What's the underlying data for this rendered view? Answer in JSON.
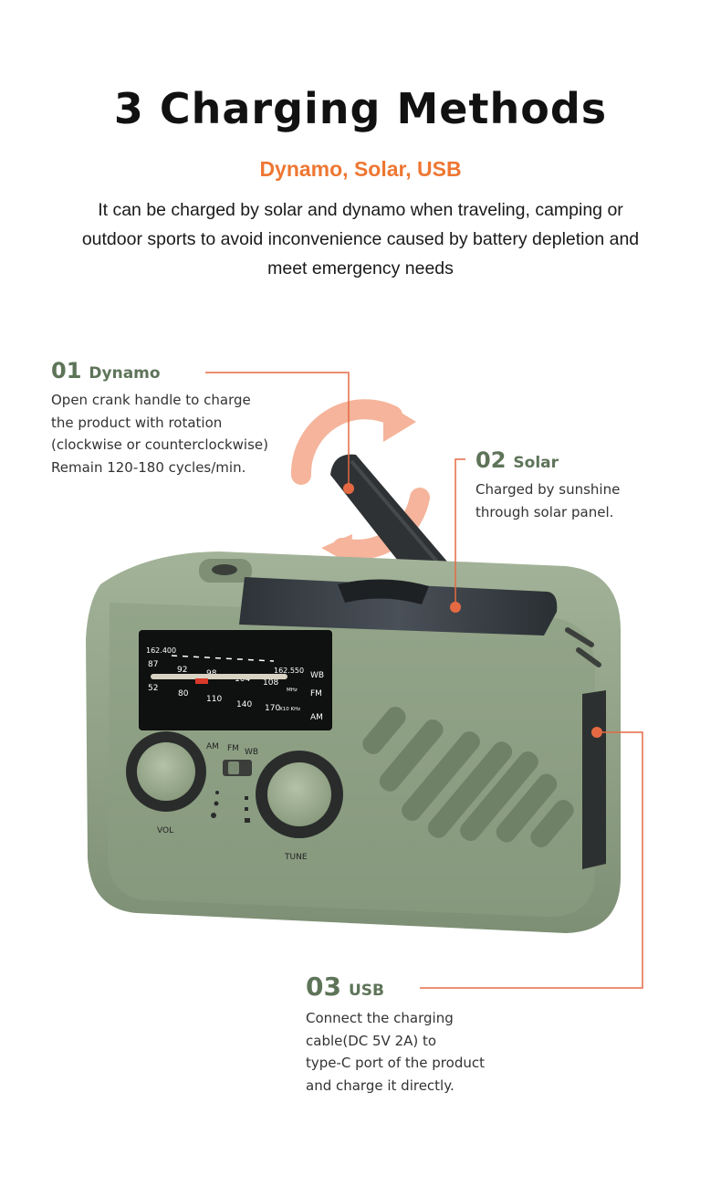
{
  "header": {
    "title": "3 Charging Methods",
    "subtitle": "Dynamo, Solar, USB",
    "description": "It can be charged by solar and dynamo when traveling, camping or outdoor sports to avoid inconvenience caused by battery depletion and meet emergency needs"
  },
  "features": [
    {
      "number": "01",
      "name": "Dynamo",
      "lines": [
        "Open crank handle to charge",
        "the product with rotation",
        "(clockwise or counterclockwise)",
        "Remain 120-180 cycles/min."
      ]
    },
    {
      "number": "02",
      "name": "Solar",
      "lines": [
        "Charged by sunshine",
        "through solar panel."
      ]
    },
    {
      "number": "03",
      "name": "USB",
      "lines": [
        "Connect the charging",
        "cable(DC 5V 2A) to",
        "type-C port of the product",
        "and charge it directly."
      ]
    }
  ],
  "radio": {
    "dial_top_labels": [
      "162.400",
      "162.550"
    ],
    "fm_ticks": [
      "87",
      "92",
      "98",
      "104",
      "108"
    ],
    "am_ticks": [
      "52",
      "80",
      "110",
      "140",
      "170"
    ],
    "band_labels": [
      "WB",
      "FM",
      "AM"
    ],
    "unit_mhz": "MHz",
    "unit_khz": "X10 KHz",
    "switch_labels": [
      "AM",
      "FM",
      "WB"
    ],
    "vol_label": "VOL",
    "tune_label": "TUNE"
  },
  "colors": {
    "accent": "#e56a43",
    "subtitle": "#ee7733",
    "feature_heading": "#5e7459",
    "radio_body": "#8fa184"
  }
}
